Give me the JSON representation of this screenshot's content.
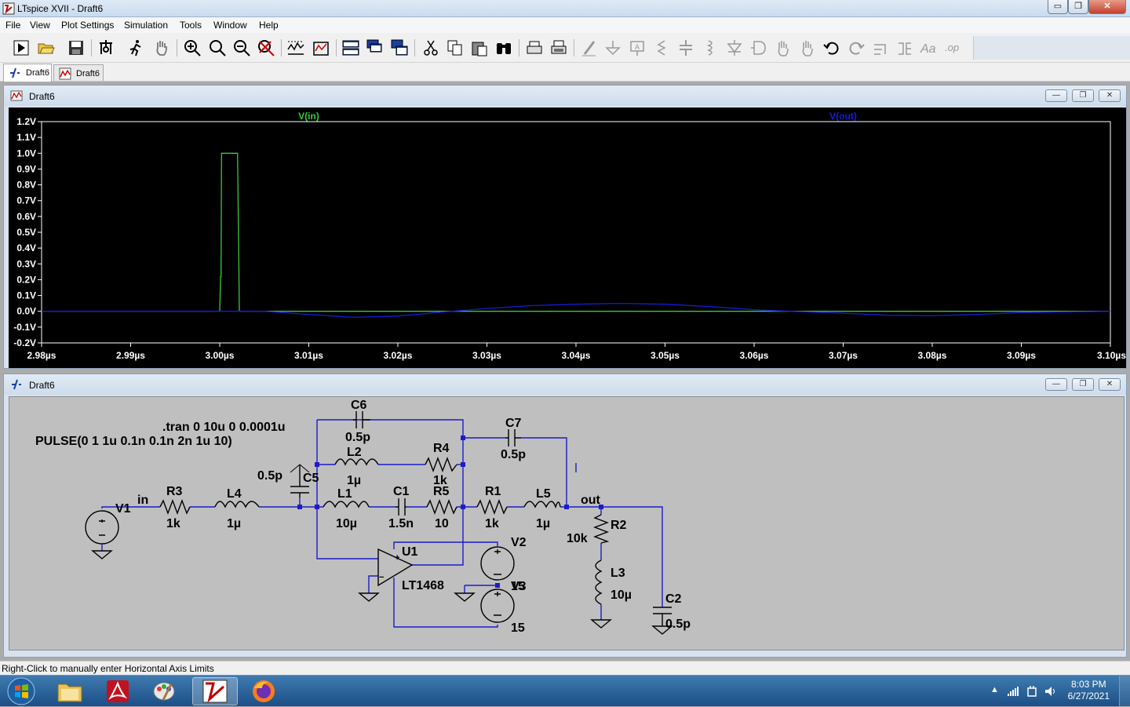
{
  "window": {
    "title": "LTspice XVII - Draft6",
    "minimize": "▭",
    "restore": "❐",
    "close": "✕"
  },
  "menu": [
    "File",
    "View",
    "Plot Settings",
    "Simulation",
    "Tools",
    "Window",
    "Help"
  ],
  "toolbar_icons": [
    "run-icon",
    "open-icon",
    "save-icon",
    "control-panel-icon",
    "halt-icon",
    "pan-icon",
    "zoom-in-icon",
    "zoom-area-icon",
    "zoom-out-icon",
    "zoom-fit-icon",
    "autorange-icon",
    "tile-icon",
    "horizontal-tile-icon",
    "cascade-icon",
    "close-all-icon",
    "cut-icon",
    "copy-icon",
    "paste-icon",
    "find-icon",
    "print-icon",
    "print-preview-icon",
    "wire-icon",
    "ground-icon",
    "label-net-icon",
    "resistor-icon",
    "capacitor-icon",
    "inductor-icon",
    "diode-icon",
    "component-icon",
    "move-icon",
    "drag-icon",
    "undo-icon",
    "redo-icon",
    "rotate-icon",
    "mirror-icon",
    "text-icon",
    "spice-directive-icon"
  ],
  "tabs": [
    {
      "label": "Draft6",
      "kind": "schematic"
    },
    {
      "label": "Draft6",
      "kind": "waveform"
    }
  ],
  "plot_window": {
    "title": "Draft6",
    "minimize": "—",
    "restore": "❐",
    "close": "✕"
  },
  "schematic_window": {
    "title": "Draft6",
    "minimize": "—",
    "restore": "❐",
    "close": "✕"
  },
  "chart_data": {
    "type": "line",
    "x_tick_labels": [
      "2.98µs",
      "2.99µs",
      "3.00µs",
      "3.01µs",
      "3.02µs",
      "3.03µs",
      "3.04µs",
      "3.05µs",
      "3.06µs",
      "3.07µs",
      "3.08µs",
      "3.09µs",
      "3.10µs"
    ],
    "y_tick_labels": [
      "1.2V",
      "1.1V",
      "1.0V",
      "0.9V",
      "0.8V",
      "0.7V",
      "0.6V",
      "0.5V",
      "0.4V",
      "0.3V",
      "0.2V",
      "0.1V",
      "0.0V",
      "-0.1V",
      "-0.2V"
    ],
    "xlim": [
      2.98,
      3.1
    ],
    "ylim": [
      -0.2,
      1.2
    ],
    "x_unit": "µs",
    "grid": false,
    "background": "#000000",
    "series": [
      {
        "name": "V(in)",
        "color": "#3cc83c",
        "x": [
          2.98,
          3.0,
          3.0001,
          3.00015,
          3.0002,
          3.002,
          3.0021,
          3.0022,
          3.1
        ],
        "y": [
          0.0,
          0.0,
          0.22,
          0.22,
          1.0,
          1.0,
          0.55,
          0.0,
          0.0
        ]
      },
      {
        "name": "V(out)",
        "color": "#1a1ad2",
        "x": [
          2.98,
          3.005,
          3.01,
          3.015,
          3.02,
          3.026,
          3.03,
          3.035,
          3.04,
          3.045,
          3.05,
          3.055,
          3.06,
          3.064,
          3.07,
          3.075,
          3.08,
          3.085,
          3.09,
          3.1
        ],
        "y": [
          0.0,
          0.0,
          -0.02,
          -0.038,
          -0.03,
          0.0,
          0.018,
          0.036,
          0.045,
          0.05,
          0.045,
          0.03,
          0.01,
          0.0,
          -0.012,
          -0.025,
          -0.028,
          -0.02,
          -0.008,
          0.0
        ]
      }
    ]
  },
  "schematic": {
    "directive_tran": ".tran 0 10u 0 0.0001u",
    "source_pulse": "PULSE(0 1 1u 0.1n 0.1n 2n 1u 10)",
    "net_in": "in",
    "net_out": "out",
    "v1": "V1",
    "r3": {
      "name": "R3",
      "value": "1k"
    },
    "l4": {
      "name": "L4",
      "value": "1µ"
    },
    "c5": {
      "name": "C5",
      "value": "0.5p"
    },
    "c6": {
      "name": "C6",
      "value": "0.5p"
    },
    "l2": {
      "name": "L2",
      "value": "1µ"
    },
    "r4": {
      "name": "R4",
      "value": "1k"
    },
    "l1": {
      "name": "L1",
      "value": "10µ"
    },
    "c1": {
      "name": "C1",
      "value": "1.5n"
    },
    "r5": {
      "name": "R5",
      "value": "10"
    },
    "c7": {
      "name": "C7",
      "value": "0.5p"
    },
    "r1": {
      "name": "R1",
      "value": "1k"
    },
    "l5": {
      "name": "L5",
      "value": "1µ"
    },
    "r2": {
      "name": "R2",
      "value": "10k"
    },
    "l3": {
      "name": "L3",
      "value": "10µ"
    },
    "c2": {
      "name": "C2",
      "value": "0.5p"
    },
    "u1": {
      "name": "U1",
      "part": "LT1468"
    },
    "v2": {
      "name": "V2",
      "value": "15"
    },
    "v3": {
      "name": "V3",
      "value": "15"
    },
    "opamp_plus": "+",
    "opamp_minus": "−"
  },
  "status": "Right-Click to manually enter Horizontal Axis Limits",
  "taskbar": {
    "apps": [
      "windows-start",
      "file-explorer",
      "acrobat-reader",
      "paint",
      "ltspice",
      "firefox"
    ],
    "clock_time": "8:03 PM",
    "clock_date": "6/27/2021",
    "tray_arrow": "▲"
  }
}
